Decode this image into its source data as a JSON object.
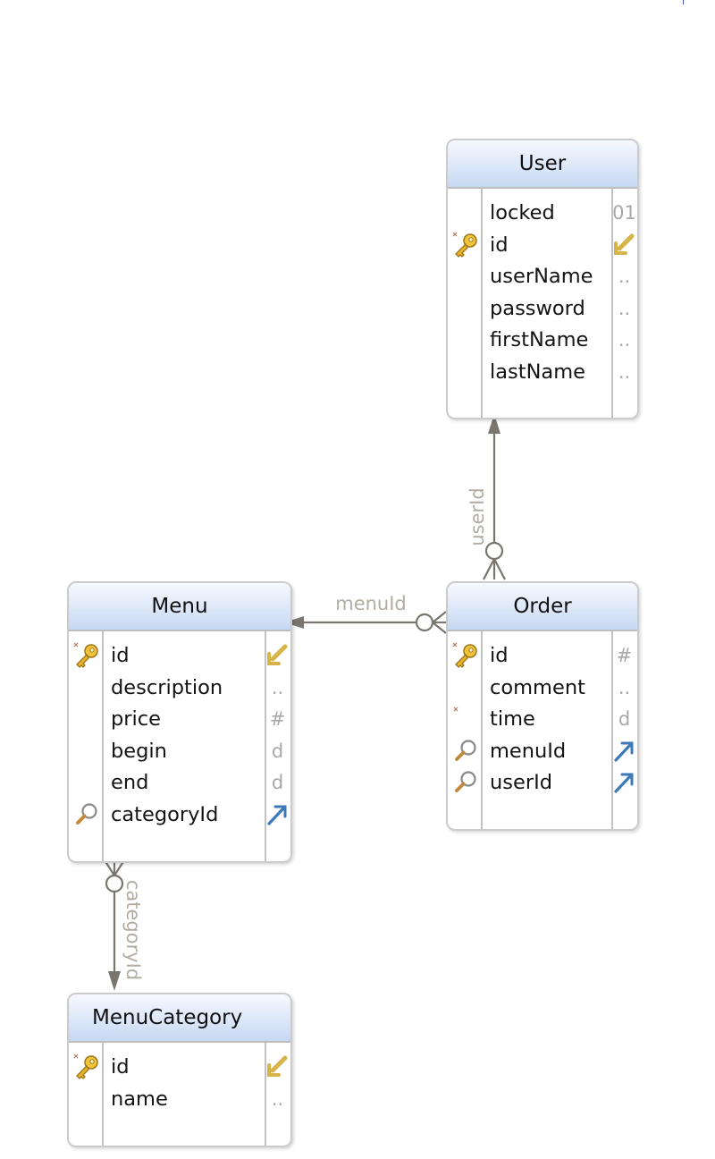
{
  "colors": {
    "header_top": "#f6f9fe",
    "header_bottom": "#c7d8f3",
    "border": "#cbcbcb",
    "relation_line": "#7a756e",
    "relation_label": "#b3aca3",
    "type_text": "#a8a8a8",
    "fk_icon": "#3d78b8",
    "pk_type_icon": "#d6b44a"
  },
  "entities": {
    "user": {
      "title": "User",
      "fields": [
        {
          "name": "locked",
          "icon": null,
          "type": "01",
          "type_icon": null
        },
        {
          "name": "id",
          "icon": "primary-key-icon",
          "type": null,
          "type_icon": "pk-type-icon"
        },
        {
          "name": "userName",
          "icon": null,
          "type": "..",
          "type_icon": null
        },
        {
          "name": "password",
          "icon": null,
          "type": "..",
          "type_icon": null
        },
        {
          "name": "firstName",
          "icon": null,
          "type": "..",
          "type_icon": null
        },
        {
          "name": "lastName",
          "icon": null,
          "type": "..",
          "type_icon": null
        }
      ]
    },
    "menu": {
      "title": "Menu",
      "fields": [
        {
          "name": "id",
          "icon": "primary-key-icon",
          "type": null,
          "type_icon": "pk-type-icon"
        },
        {
          "name": "description",
          "icon": null,
          "type": "..",
          "type_icon": null
        },
        {
          "name": "price",
          "icon": null,
          "type": "#",
          "type_icon": null
        },
        {
          "name": "begin",
          "icon": null,
          "type": "d",
          "type_icon": null
        },
        {
          "name": "end",
          "icon": null,
          "type": "d",
          "type_icon": null
        },
        {
          "name": "categoryId",
          "icon": "index-magnifier-icon",
          "type": null,
          "type_icon": "foreign-key-arrow-icon"
        }
      ]
    },
    "order": {
      "title": "Order",
      "fields": [
        {
          "name": "id",
          "icon": "primary-key-icon",
          "type": "#",
          "type_icon": null
        },
        {
          "name": "comment",
          "icon": null,
          "type": "..",
          "type_icon": null
        },
        {
          "name": "time",
          "icon": "not-null-mark-icon",
          "type": "d",
          "type_icon": null
        },
        {
          "name": "menuId",
          "icon": "index-magnifier-icon",
          "type": null,
          "type_icon": "foreign-key-arrow-icon"
        },
        {
          "name": "userId",
          "icon": "index-magnifier-icon",
          "type": null,
          "type_icon": "foreign-key-arrow-icon"
        }
      ]
    },
    "menucategory": {
      "title": "MenuCategory",
      "fields": [
        {
          "name": "id",
          "icon": "primary-key-icon",
          "type": null,
          "type_icon": "pk-type-icon"
        },
        {
          "name": "name",
          "icon": null,
          "type": "..",
          "type_icon": null
        }
      ]
    }
  },
  "relations": {
    "order_user": {
      "label": "userId",
      "from": "Order",
      "to": "User"
    },
    "order_menu": {
      "label": "menuId",
      "from": "Order",
      "to": "Menu"
    },
    "menu_category": {
      "label": "categoryId",
      "from": "Menu",
      "to": "MenuCategory"
    }
  }
}
